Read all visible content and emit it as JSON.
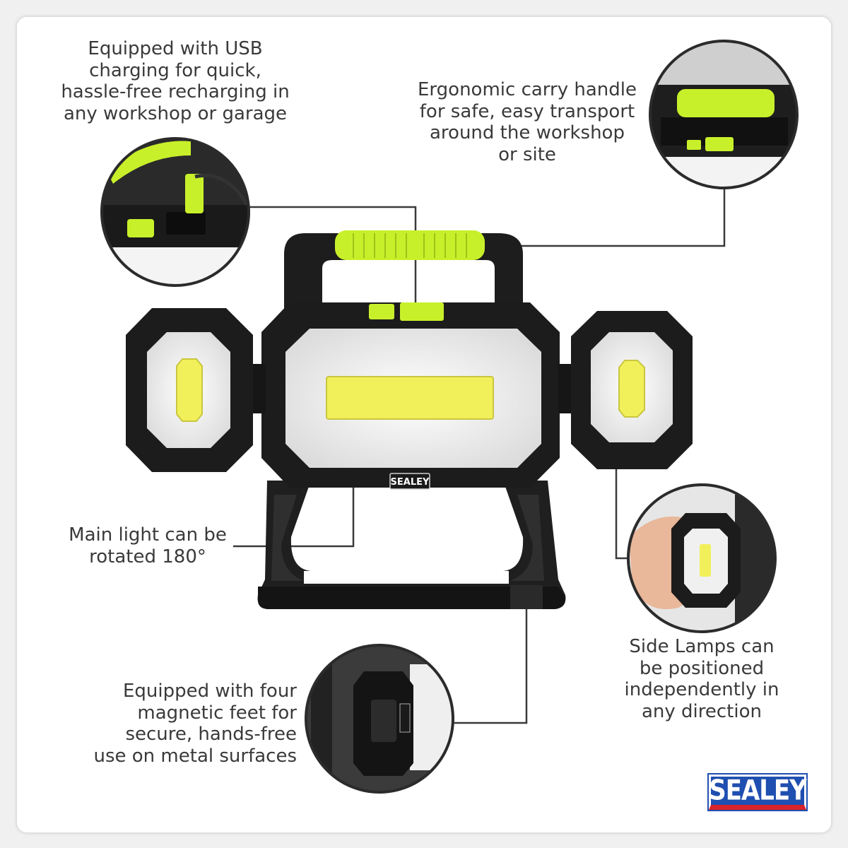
{
  "callouts": {
    "usb": "Equipped with USB\ncharging for quick,\nhassle-free recharging in\nany workshop or garage",
    "handle": "Ergonomic carry handle\nfor safe, easy transport\naround the workshop\nor site",
    "main_light": "Main light can be\nrotated 180°",
    "side_lamps": "Side Lamps can\nbe positioned\nindependently in\nany direction",
    "magnetic_feet": "Equipped with four\nmagnetic feet for\nsecure, hands-free\nuse on metal surfaces"
  },
  "product": {
    "brand_plate": "SEALEY"
  },
  "logo": {
    "text": "SEALEY"
  },
  "colors": {
    "accent_green": "#c8f02a",
    "body_black": "#1c1c1c",
    "lens_white": "#f2f2f2",
    "led_yellow": "#f2f05a",
    "callout_line": "#3a3a3a",
    "logo_blue": "#1f4fb0",
    "logo_red": "#d8232a"
  }
}
